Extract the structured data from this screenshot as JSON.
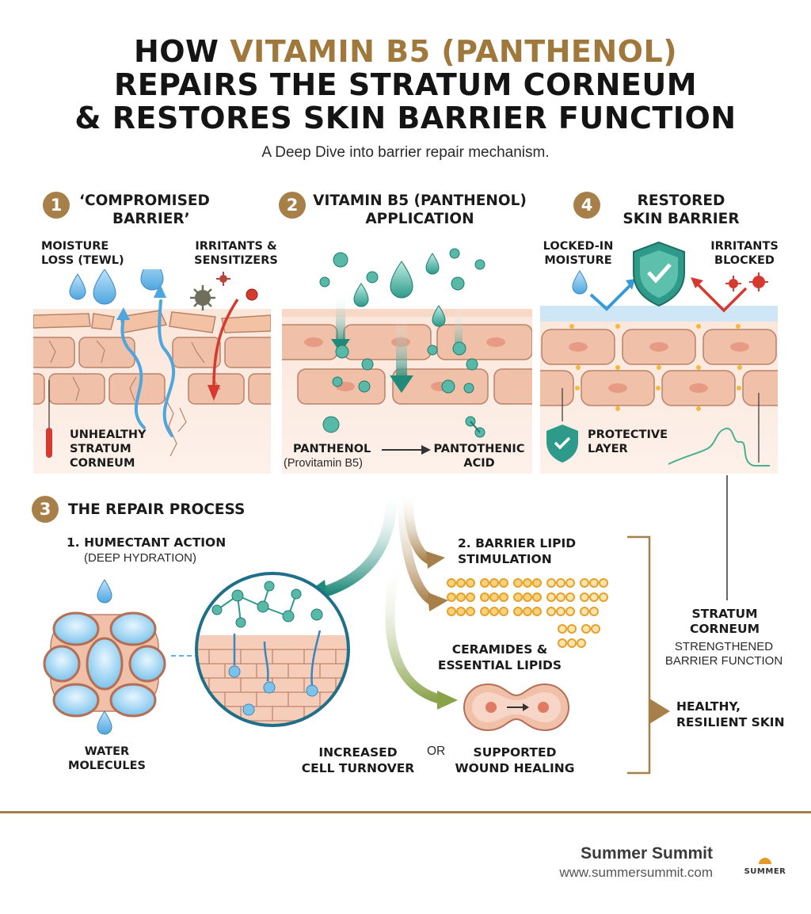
{
  "header": {
    "title_line1_prefix": "HOW ",
    "title_line1_highlight": "VITAMIN B5 (PANTHENOL)",
    "title_line2": "REPAIRS THE STRATUM CORNEUM",
    "title_line3": "& RESTORES SKIN BARRIER FUNCTION",
    "subtitle": "A Deep Dive into barrier repair mechanism."
  },
  "step1": {
    "number": "1",
    "title_line1": "‘COMPROMISED",
    "title_line2": "BARRIER’",
    "moisture_line1": "MOISTURE",
    "moisture_line2": "LOSS (TEWL)",
    "irritants_line1": "IRRITANTS &",
    "irritants_line2": "SENSITIZERS",
    "unhealthy_line1": "UNHEALTHY",
    "unhealthy_line2": "STRATUM",
    "unhealthy_line3": "CORNEUM"
  },
  "step2": {
    "number": "2",
    "title_line1": "VITAMIN B5 (PANTHENOL)",
    "title_line2": "APPLICATION",
    "panthenol": "PANTHENOL",
    "provitamin": "(Provitamin B5)",
    "pantothenic_line1": "PANTOTHENIC",
    "pantothenic_line2": "ACID"
  },
  "step4": {
    "number": "4",
    "title_line1": "RESTORED",
    "title_line2": "SKIN BARRIER",
    "locked_line1": "LOCKED-IN",
    "locked_line2": "MOISTURE",
    "blocked_line1": "IRRITANTS",
    "blocked_line2": "BLOCKED",
    "protective_line1": "PROTECTIVE",
    "protective_line2": "LAYER"
  },
  "step3": {
    "number": "3",
    "title": "THE REPAIR PROCESS",
    "humectant_title": "1. HUMECTANT ACTION",
    "humectant_sub": "(DEEP HYDRATION)",
    "water_line1": "WATER",
    "water_line2": "MOLECULES",
    "lipid_line1": "2. BARRIER LIPID",
    "lipid_line2": "STIMULATION",
    "ceramides_line1": "CERAMIDES &",
    "ceramides_line2": "ESSENTIAL LIPIDS",
    "turnover_line1": "INCREASED",
    "turnover_line2": "CELL TURNOVER",
    "or": "OR",
    "wound_line1": "SUPPORTED",
    "wound_line2": "WOUND HEALING"
  },
  "outcome": {
    "sc_line1": "STRATUM",
    "sc_line2": "CORNEUM",
    "strength_line1": "STRENGTHENED",
    "strength_line2": "BARRIER FUNCTION",
    "healthy_line1": "HEALTHY,",
    "healthy_line2": "RESILIENT SKIN"
  },
  "footer": {
    "brand": "Summer Summit",
    "url": "www.summersummit.com",
    "logo_text": "SUMMER"
  },
  "colors": {
    "accent_gold": "#a78049",
    "teal": "#2e9a8a",
    "water_blue": "#5fb2e6",
    "skin": "#f3c9b3",
    "irritant_red": "#d63a2f"
  },
  "icons": [
    "water-drop-icon",
    "bacteria-icon",
    "shield-check-icon",
    "molecule-icon",
    "cell-icon",
    "arrow-icon"
  ]
}
